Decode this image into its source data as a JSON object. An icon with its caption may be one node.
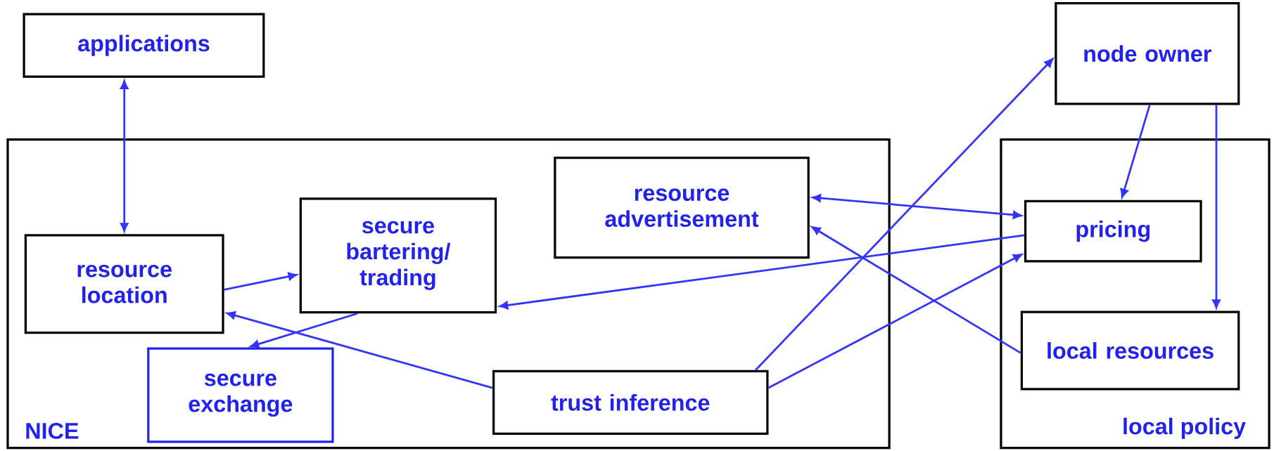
{
  "diagram": {
    "nodes": [
      {
        "text": [
          "applications"
        ]
      },
      {
        "text": [
          "NICE"
        ]
      },
      {
        "text": [
          "resource location"
        ],
        "in": 1
      },
      {
        "text": [
          "secure bartering/ trading"
        ],
        "in": 1
      },
      {
        "text": [
          "resource advertisement"
        ],
        "in": 1
      },
      {
        "text": [
          "secure exchange"
        ],
        "in": 1
      },
      {
        "text": [
          "trust inference"
        ],
        "in": 1
      },
      {
        "text": [
          "node owner"
        ]
      },
      {
        "text": [
          "local policy"
        ]
      },
      {
        "text": [
          "pricing"
        ],
        "in": 8
      },
      {
        "text": [
          "local resources"
        ],
        "in": 8
      }
    ],
    "edges": [
      {
        "from": 0,
        "to": 2,
        "arrow": "both"
      },
      {
        "from": 2,
        "to": 3,
        "arrow": "to"
      },
      {
        "from": 3,
        "to": 5,
        "arrow": "to"
      },
      {
        "from": 6,
        "to": 2,
        "arrow": "to"
      },
      {
        "from": 9,
        "to": 3,
        "arrow": "to"
      },
      {
        "from": 4,
        "to": 9,
        "arrow": "both"
      },
      {
        "from": 10,
        "to": 4,
        "arrow": "to"
      },
      {
        "from": 6,
        "to": 7,
        "arrow": "to"
      },
      {
        "from": 6,
        "to": 9,
        "arrow": "to"
      },
      {
        "from": 7,
        "to": 9,
        "arrow": "to"
      },
      {
        "from": 7,
        "to": 10,
        "arrow": "to"
      }
    ]
  }
}
